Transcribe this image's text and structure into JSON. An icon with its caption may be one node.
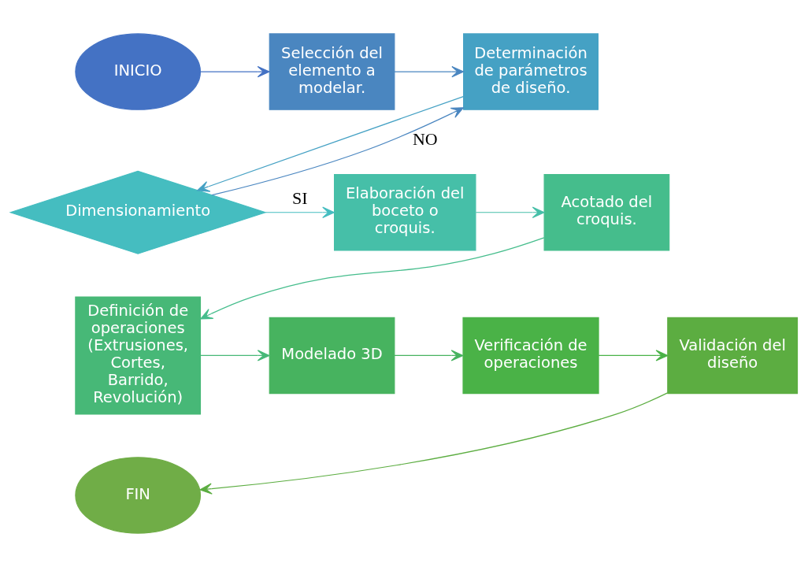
{
  "diagram": {
    "nodes": [
      {
        "text": [
          "INICIO"
        ]
      },
      {
        "text": [
          "Selección del elemento a modelar."
        ]
      },
      {
        "text": [
          "Determinación de parámetros de diseño."
        ]
      },
      {
        "text": [
          "Dimensionamiento"
        ]
      },
      {
        "text": [
          "Elaboración del boceto o croquis."
        ]
      },
      {
        "text": [
          "Acotado del croquis."
        ]
      },
      {
        "text": [
          "Definición de operaciones (Extrusiones, Cortes, Barrido, Revolución)"
        ]
      },
      {
        "text": [
          "Modelado 3D"
        ]
      },
      {
        "text": [
          "Verificación de operaciones"
        ]
      },
      {
        "text": [
          "Validación del diseño"
        ]
      },
      {
        "text": [
          "FIN"
        ]
      }
    ],
    "edges": [
      {
        "from": 0,
        "to": 1,
        "arrow": "to",
        "color": "#4472c4"
      },
      {
        "from": 1,
        "to": 2,
        "arrow": "to",
        "color": "#4a86c0"
      },
      {
        "from": 2,
        "to": 3,
        "arrow": "to",
        "color": "#45a1c4"
      },
      {
        "from": 3,
        "to": 2,
        "arrow": "to",
        "label": "NO",
        "color": "#4a86c0"
      },
      {
        "from": 3,
        "to": 4,
        "arrow": "to",
        "label": "SI",
        "color": "#45bdc0"
      },
      {
        "from": 4,
        "to": 5,
        "arrow": "to",
        "color": "#46bfa8"
      },
      {
        "from": 5,
        "to": 6,
        "arrow": "to",
        "color": "#45bd8c"
      },
      {
        "from": 6,
        "to": 7,
        "arrow": "to",
        "color": "#47b877"
      },
      {
        "from": 7,
        "to": 8,
        "arrow": "to",
        "color": "#47b35f"
      },
      {
        "from": 8,
        "to": 9,
        "arrow": "to",
        "color": "#4ab247"
      },
      {
        "from": 9,
        "to": 10,
        "arrow": "to",
        "color": "#5cad41"
      }
    ]
  }
}
